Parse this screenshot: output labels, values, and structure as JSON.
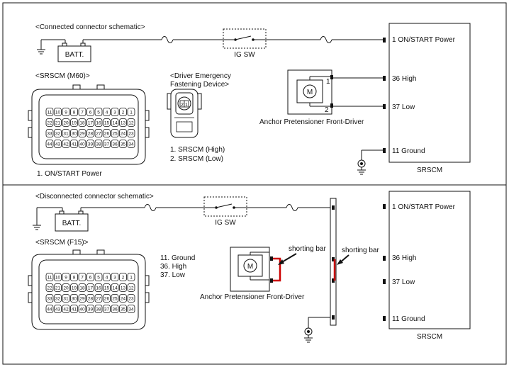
{
  "top": {
    "heading": "<Connected connector schematic>",
    "batt": "BATT.",
    "ig_sw": "IG SW",
    "srscm_label": "<SRSCM (M60)>",
    "device_label_1": "<Driver Emergency",
    "device_label_2": "Fastening Device>",
    "device_pins": [
      "2",
      "1"
    ],
    "device_legend": [
      "1. SRSCM (High)",
      "2. SRSCM (Low)"
    ],
    "connector_legend": [
      "1. ON/START Power"
    ],
    "pretensioner": "Anchor Pretensioner Front-Driver",
    "motor": "M",
    "pin_a": "1",
    "pin_b": "2",
    "module_pins": [
      "1 ON/START Power",
      "36 High",
      "37 Low",
      "11 Ground"
    ],
    "module_name": "SRSCM"
  },
  "bottom": {
    "heading": "<Disconnected connector schematic>",
    "batt": "BATT.",
    "ig_sw": "IG SW",
    "srscm_label": "<SRSCM (F15)>",
    "connector_legend": [
      "11. Ground",
      "36. High",
      "37. Low"
    ],
    "shorting_bar_left": "shorting bar",
    "shorting_bar_right": "shorting bar",
    "pretensioner": "Anchor Pretensioner Front-Driver",
    "motor": "M",
    "module_pins": [
      "1 ON/START Power",
      "36 High",
      "37 Low",
      "11 Ground"
    ],
    "module_name": "SRSCM"
  },
  "connector_pins": [
    [
      "11",
      "10",
      "9",
      "8",
      "7",
      "6",
      "5",
      "4",
      "3",
      "2",
      "1"
    ],
    [
      "22",
      "21",
      "20",
      "19",
      "18",
      "17",
      "16",
      "15",
      "14",
      "13",
      "12"
    ],
    [
      "33",
      "32",
      "31",
      "30",
      "29",
      "28",
      "27",
      "26",
      "25",
      "24",
      "23"
    ],
    [
      "44",
      "43",
      "42",
      "41",
      "40",
      "39",
      "38",
      "37",
      "36",
      "35",
      "34"
    ]
  ],
  "colors": {
    "line": "#111111",
    "shorting_bar": "#cc0000"
  }
}
